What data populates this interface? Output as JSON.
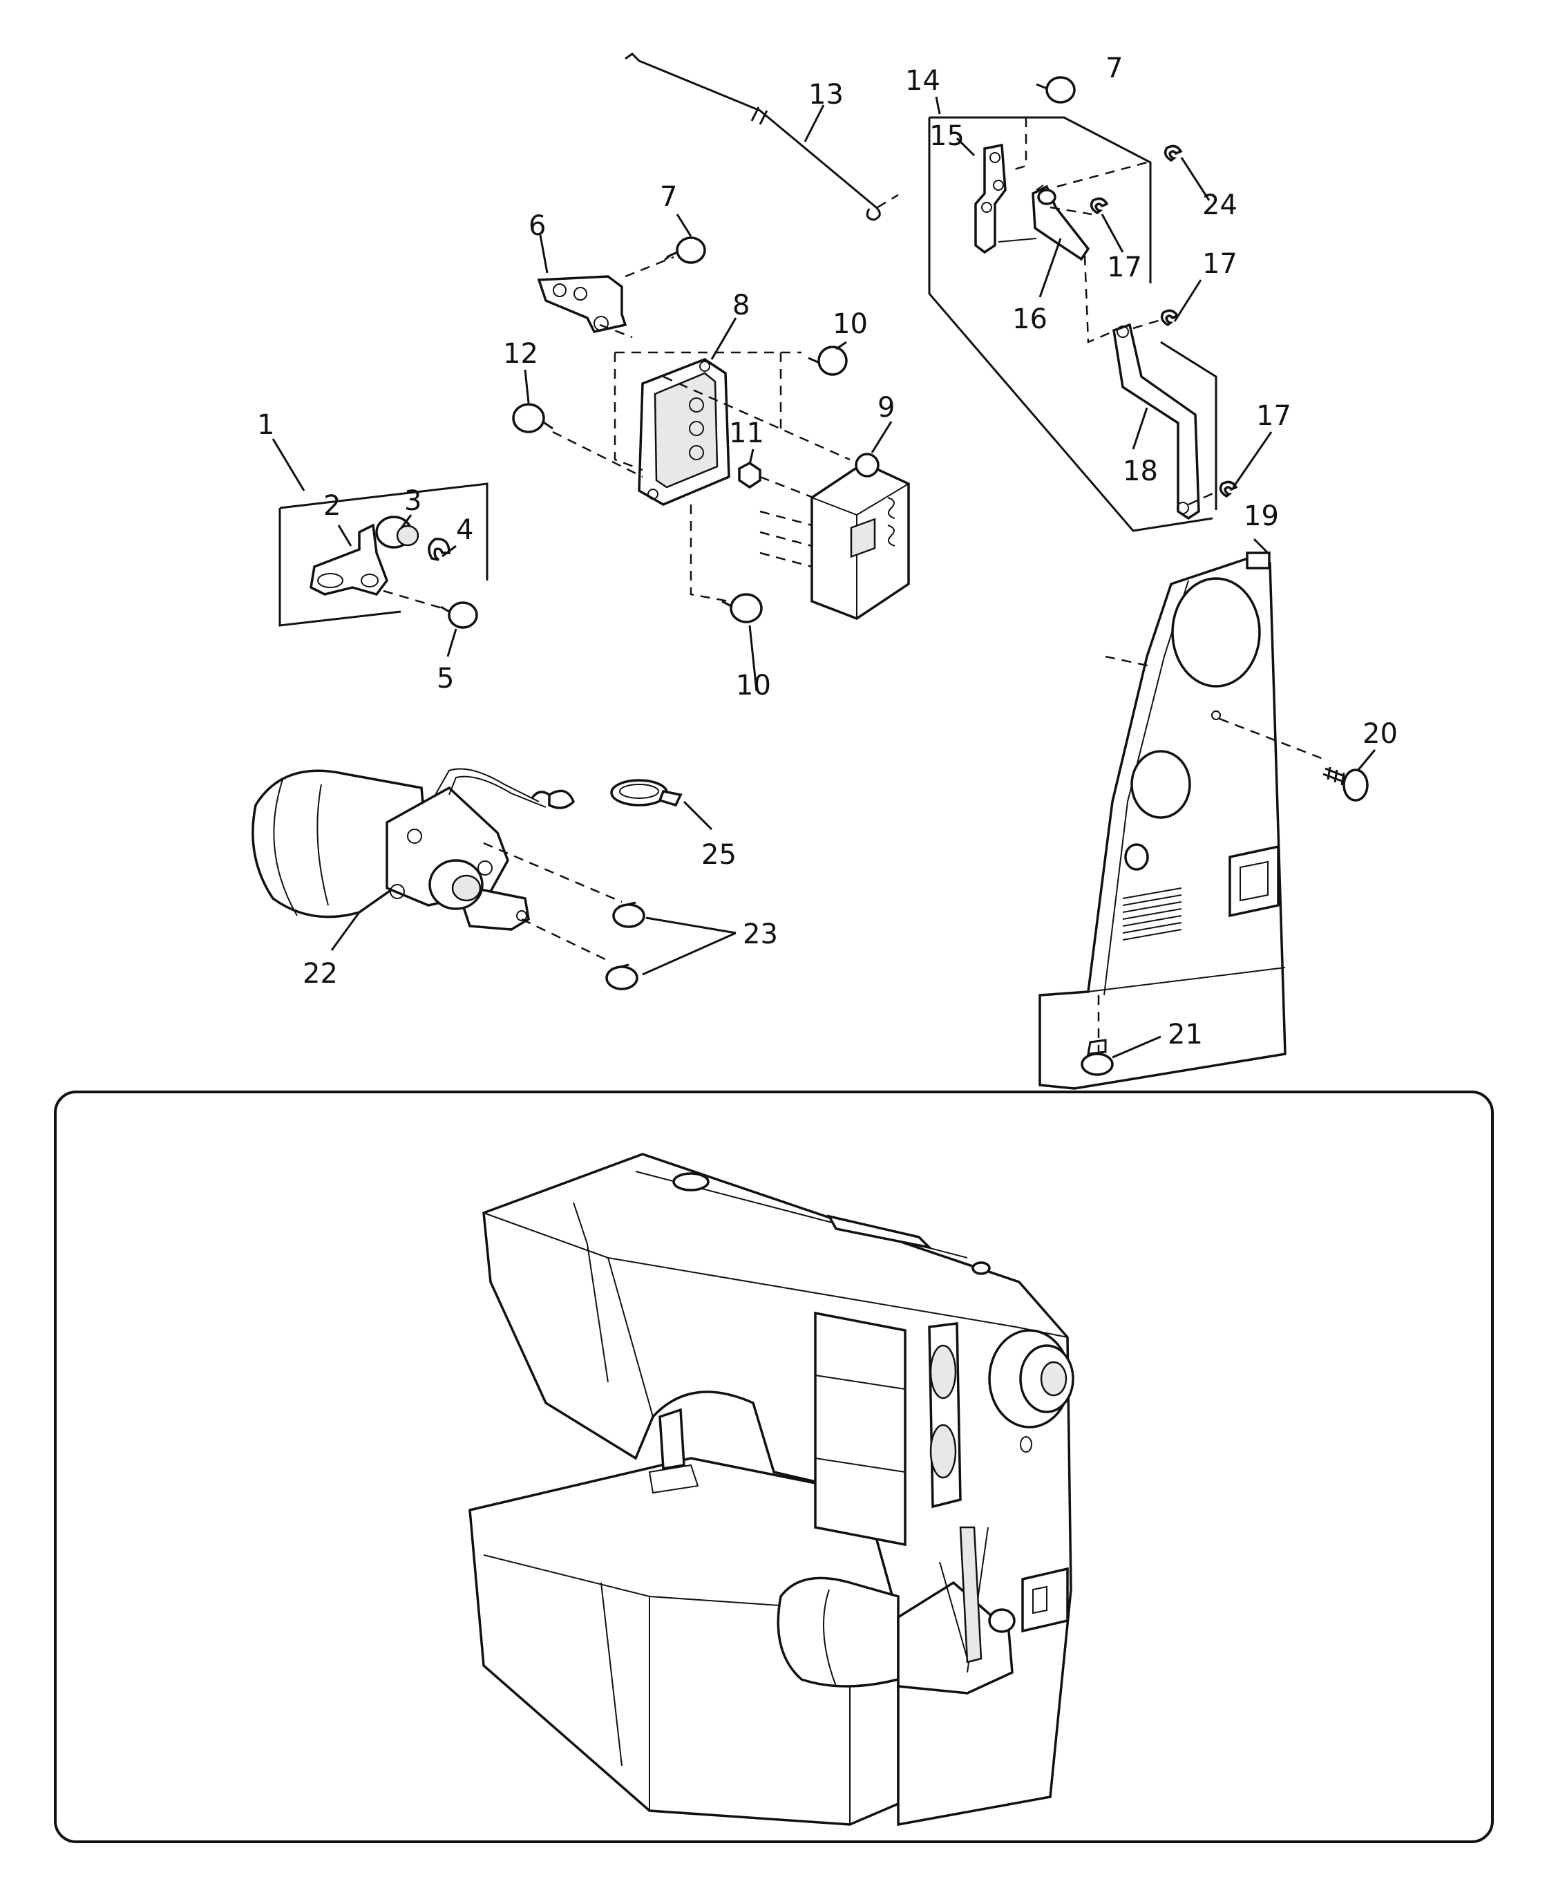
{
  "callouts": [
    "1",
    "2",
    "3",
    "4",
    "5",
    "6",
    "7",
    "7",
    "8",
    "9",
    "10",
    "10",
    "11",
    "12",
    "13",
    "14",
    "15",
    "16",
    "17",
    "17",
    "17",
    "18",
    "19",
    "20",
    "21",
    "22",
    "23",
    "24",
    "25"
  ]
}
